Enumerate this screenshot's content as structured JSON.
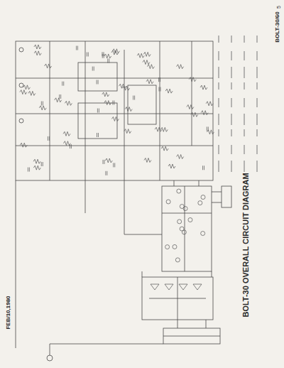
{
  "diagram": {
    "title": "BOLT-30 OVERALL CIRCUIT DIAGRAM",
    "labels": [
      "FEB/10,1980",
      "BOLT-30/60",
      "5"
    ]
  }
}
